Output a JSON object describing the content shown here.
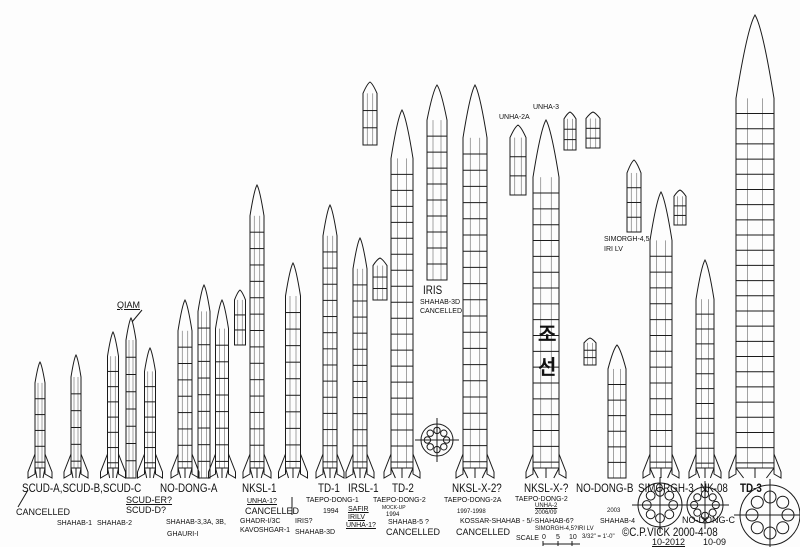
{
  "names": {
    "scud": "SCUD-A,SCUD-B,SCUD-C",
    "cancelled_1": "CANCELLED",
    "scud_er": "SCUD-ER?",
    "scud_d": "SCUD-D?",
    "qiam": "QIAM",
    "nodong_a": "NO-DONG-A",
    "nksl1": "NKSL-1",
    "unha1": "UNHA-1?",
    "cancelled_2": "CANCELLED",
    "td1": "TD-1",
    "irsl1": "IRSL-1",
    "td2": "TD-2",
    "nkslx2": "NKSL-X-2?",
    "nkslx": "NKSL-X-?",
    "nodong_b": "NO-DONG-B",
    "simorgh3": "SIMORGH-3",
    "nk08": "NK-08",
    "td3": "TD-3",
    "iris_top": "IRIS",
    "iris_shahab": "SHAHAB-3D",
    "iris_cancelled": "CANCELLED",
    "unha2a": "UNHA-2A",
    "unha3": "UNHA-3",
    "simorgh45": "SIMORGH-4,5",
    "iri_lv": "IRI LV"
  },
  "sublabels": {
    "shahab1": "SHAHAB-1",
    "shahab2": "SHAHAB-2",
    "shahab3": "SHAHAB-3,3A, 3B,",
    "ghauri": "GHAURI-I",
    "ghadr": "GHADR-I/3C",
    "kavoshgar": "KAVOSHGAR-1",
    "iris_q": "IRIS?",
    "shahab3d": "SHAHAB-3D",
    "taepodong1": "TAEPO-DONG-1",
    "y1994": "1994",
    "safir": "SAFIR",
    "irilv": "IRILV",
    "unha1q": "UNHA-1?",
    "taepodong2": "TAEPO-DONG-2",
    "mockup": "MOCK-UP",
    "mockup_year": "1994",
    "shahab5": "SHAHAB-5 ?",
    "cancelled_3": "CANCELLED",
    "taepodong2a": "TAEPO-DONG-2A",
    "y9798": "1997-1998",
    "kossar": "KOSSAR-SHAHAB - 5/-SHAHAB-6?",
    "cancelled_4": "CANCELLED",
    "taepodong2b": "TAEPO-DONG-2",
    "unha2": "UNHA-2",
    "y2006": "2006/09",
    "y2003": "2003",
    "shahab4": "SHAHAB-4",
    "simorgh45_bottom": "SIMORGH-4,5?IRI LV",
    "nodong_c": "NO-DONG-C"
  },
  "hangul": [
    "조",
    "선"
  ],
  "scale": {
    "label": "SCALE",
    "ticks": [
      "0",
      "5",
      "10"
    ],
    "ratio": "3/32\" = 1'-0\""
  },
  "credit": {
    "copyright": "©C.P.VICK 2000-4-08",
    "date1": "10-2012",
    "date2": "10-09"
  },
  "colors": {
    "ink": "#1a1a1a",
    "paper": "#fdfdfd"
  }
}
